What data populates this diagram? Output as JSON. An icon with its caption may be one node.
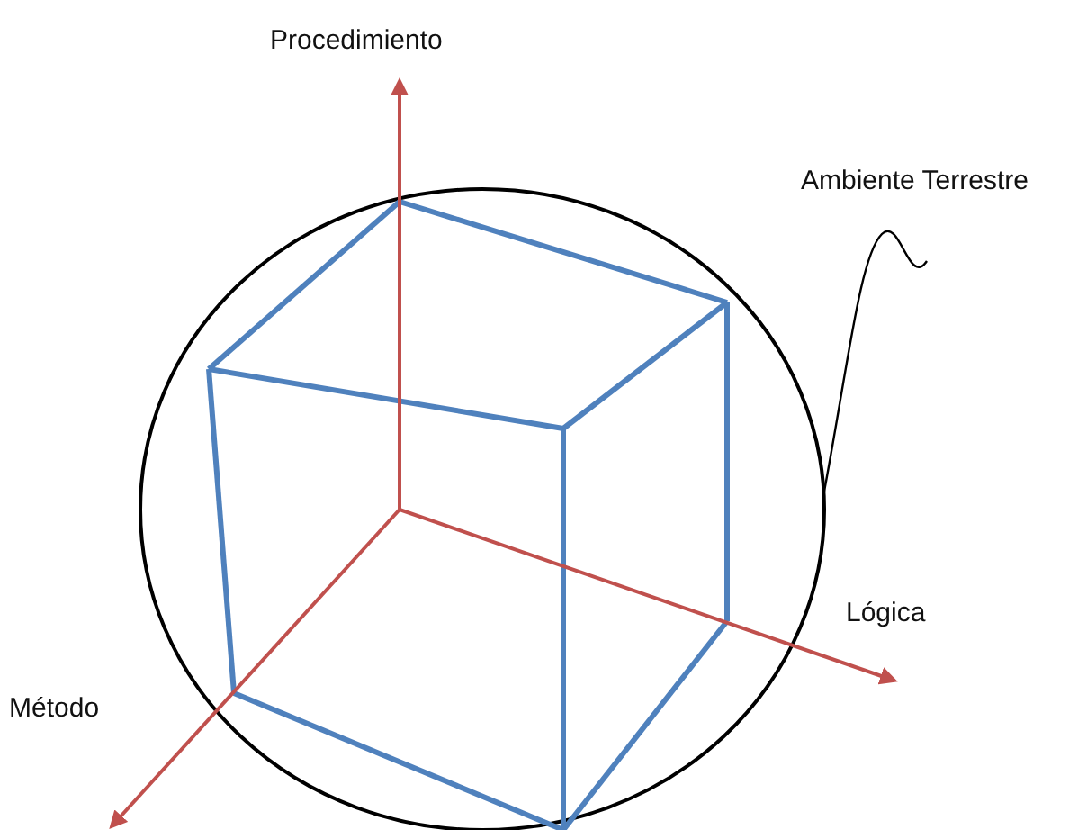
{
  "diagram": {
    "nodes": [
      {
        "text": [
          "Ambiente Terrestre"
        ]
      },
      {
        "text": [],
        "shape": "circle"
      }
    ],
    "edges": [
      {
        "from": 0,
        "to": 1,
        "arrow": "none"
      }
    ],
    "labels": [
      "Procedimiento",
      "Lógica",
      "Método"
    ]
  }
}
